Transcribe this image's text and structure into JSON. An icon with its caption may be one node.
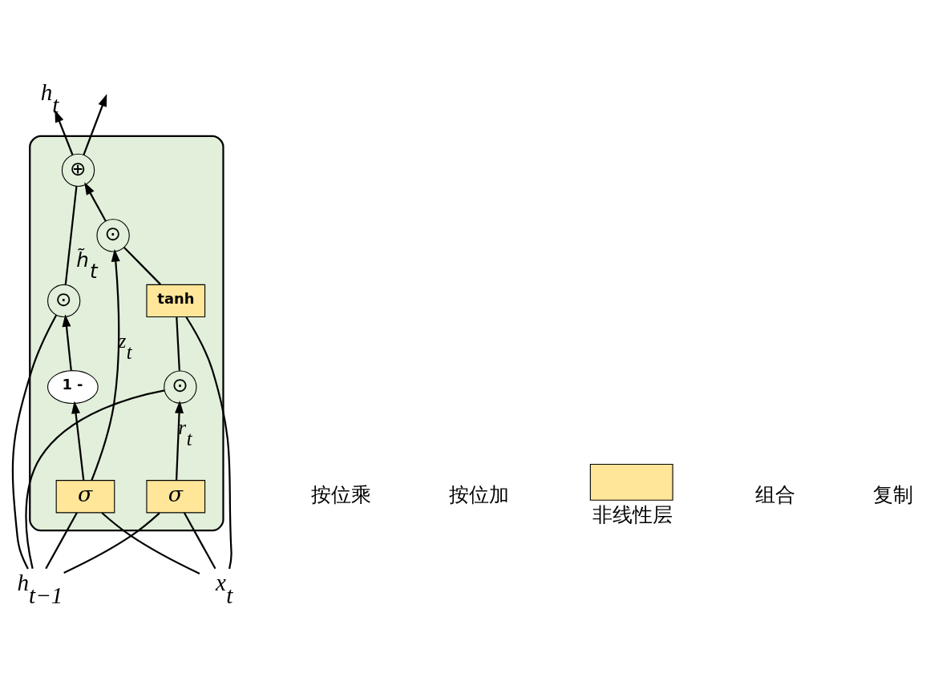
{
  "diagram": {
    "nodes": [
      {
        "text": [],
        "shape": "box"
      },
      {
        "text": [
          "h$_{t−1}$"
        ]
      },
      {
        "text": [
          "x$_{t}$"
        ]
      },
      {
        "text": [
          "h$_{t}$"
        ]
      },
      {
        "text": [
          "⊙"
        ],
        "in": 0
      },
      {
        "text": [
          "σ"
        ],
        "in": 0
      },
      {
        "text": [
          "σ"
        ],
        "in": 0
      },
      {
        "text": [
          "1 -"
        ],
        "in": 0
      },
      {
        "text": [
          "⊙"
        ],
        "in": 0
      },
      {
        "text": [
          "⊕"
        ],
        "in": 0
      },
      {
        "text": [
          "⊙"
        ],
        "in": 0,
        "beside": [
          "h̃$_{t}$"
        ]
      },
      {
        "text": [
          "tanh"
        ],
        "in": 0
      }
    ],
    "edges": [
      {
        "from": 1,
        "to": 8,
        "arrow": "none"
      },
      {
        "from": 8,
        "to": 9,
        "arrow": "none"
      },
      {
        "from": 9,
        "to": 3,
        "arrow": "to"
      },
      {
        "from": 9,
        "to": null,
        "arrow": "to"
      },
      {
        "from": 1,
        "to": 4,
        "arrow": "none"
      },
      {
        "from": 1,
        "to": 5,
        "arrow": "none"
      },
      {
        "from": 1,
        "to": 6,
        "arrow": "none"
      },
      {
        "from": 2,
        "to": 5,
        "arrow": "none"
      },
      {
        "from": 2,
        "to": 6,
        "arrow": "none"
      },
      {
        "from": 2,
        "to": 11,
        "arrow": "none"
      },
      {
        "from": 4,
        "to": 11,
        "arrow": "none"
      },
      {
        "from": 5,
        "to": 4,
        "arrow": "to",
        "label": "r$_{t}$"
      },
      {
        "from": 6,
        "to": 7,
        "arrow": "to"
      },
      {
        "from": 7,
        "to": 8,
        "arrow": "to"
      },
      {
        "from": 6,
        "to": 10,
        "arrow": "to",
        "label": "z$_{t}$"
      },
      {
        "from": 11,
        "to": 10,
        "arrow": "none"
      },
      {
        "from": 10,
        "to": 9,
        "arrow": "to"
      }
    ],
    "legend": [
      {
        "text": "按位乘"
      },
      {
        "text": "按位加"
      },
      {
        "text": "非线性层",
        "color": "#ffe699"
      },
      {
        "text": "组合"
      },
      {
        "text": "复制"
      }
    ]
  }
}
